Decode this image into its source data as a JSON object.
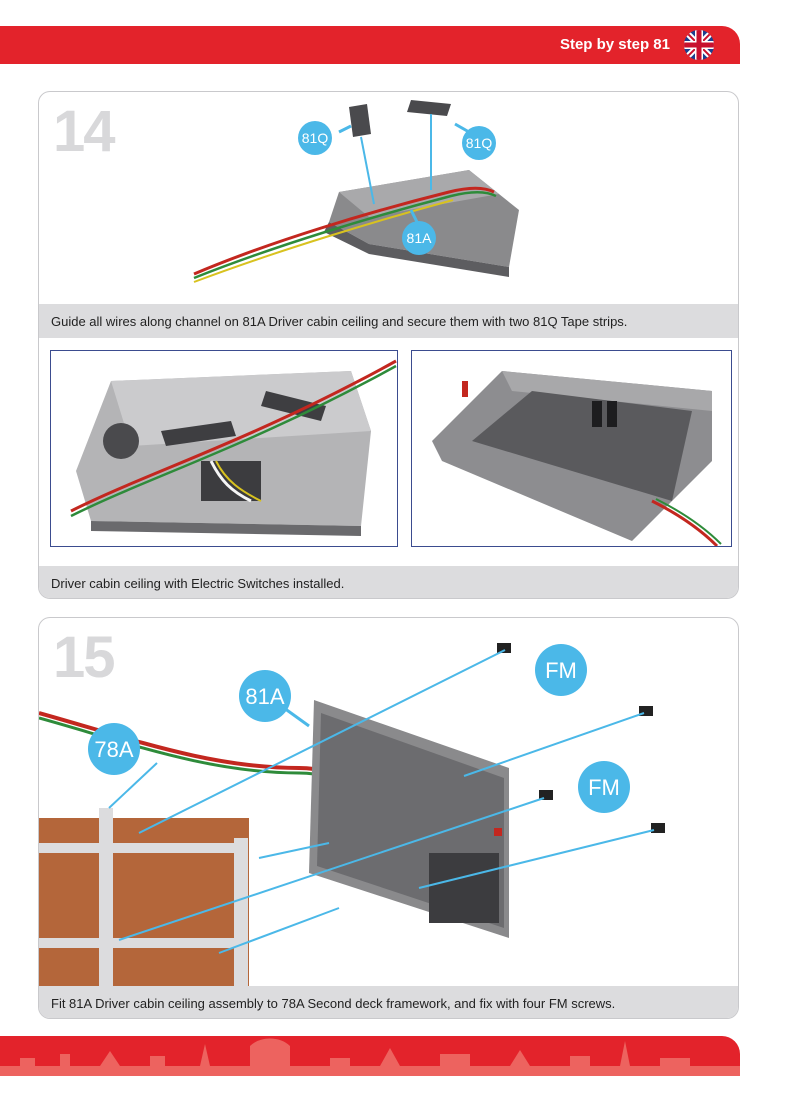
{
  "header": {
    "title": "Step by step 81",
    "flag_icon": "uk-flag-icon"
  },
  "step14": {
    "number": "14",
    "caption": "Guide all wires along channel on 81A Driver cabin ceiling and secure them with two 81Q Tape strips.",
    "labels": {
      "tape_left": "81Q",
      "tape_right": "81Q",
      "ceiling": "81A"
    },
    "sub_caption": "Driver cabin ceiling with Electric Switches installed."
  },
  "step15": {
    "number": "15",
    "caption": "Fit 81A Driver cabin ceiling assembly to 78A Second deck framework, and fix with four FM screws.",
    "labels": {
      "ceiling": "81A",
      "framework": "78A",
      "screws_top": "FM",
      "screws_bottom": "FM"
    }
  },
  "colors": {
    "brand_red": "#e3232b",
    "label_blue": "#4bb8e8",
    "caption_grey": "#dcdcde"
  }
}
